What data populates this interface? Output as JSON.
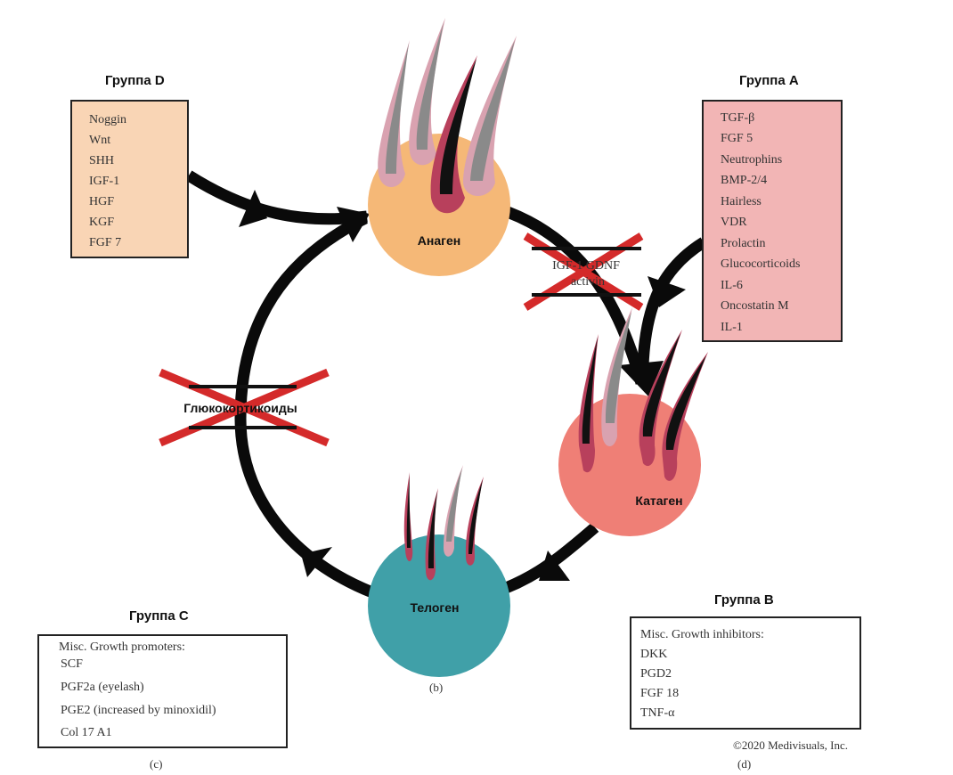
{
  "phases": {
    "anagen": {
      "label": "Анаген",
      "color": "#F5B877"
    },
    "catagen": {
      "label": "Катаген",
      "color": "#EF7F76"
    },
    "telogen": {
      "label": "Телоген",
      "color": "#40A0A8"
    }
  },
  "inhibitions": {
    "anagen_catagen": {
      "line1": "IGF-1 GDNF",
      "line2": "activin"
    },
    "telogen_anagen": {
      "label": "Глюкокортикоиды"
    }
  },
  "colors": {
    "arrow": "#0a0a0a",
    "cross": "#D42A2A",
    "group_d_fill": "#F9D5B5",
    "group_a_fill": "#F2B5B5",
    "box_plain_fill": "#ffffff",
    "hair_sheath_light": "#D9A2B0",
    "hair_sheath_dark": "#B8405C",
    "hair_grey": "#8A8A8A",
    "hair_black": "#111111"
  },
  "groups": {
    "d": {
      "title": "Группа D",
      "items": [
        "Noggin",
        "Wnt",
        "SHH",
        "IGF-1",
        "HGF",
        "KGF",
        "FGF 7"
      ]
    },
    "a": {
      "title": "Группа A",
      "items": [
        "TGF-β",
        "FGF 5",
        "Neutrophins",
        "BMP-2/4",
        "Hairless",
        "VDR",
        "Prolactin",
        "Glucocorticoids",
        "IL-6",
        "Oncostatin M",
        "IL-1"
      ]
    },
    "c": {
      "title": "Группа C",
      "heading": "Misc. Growth promoters:",
      "items": [
        "SCF",
        "PGF2a (eyelash)",
        "PGE2 (increased by minoxidil)",
        "Col 17 A1"
      ],
      "caption": "(c)"
    },
    "b": {
      "title": "Группа B",
      "heading": "Misc. Growth inhibitors:",
      "items": [
        "DKK",
        "PGD2",
        "FGF 18",
        "TNF-α"
      ],
      "caption": "(d)"
    }
  },
  "captions": {
    "center": "(b)",
    "copyright": "©2020 Medivisuals, Inc."
  }
}
